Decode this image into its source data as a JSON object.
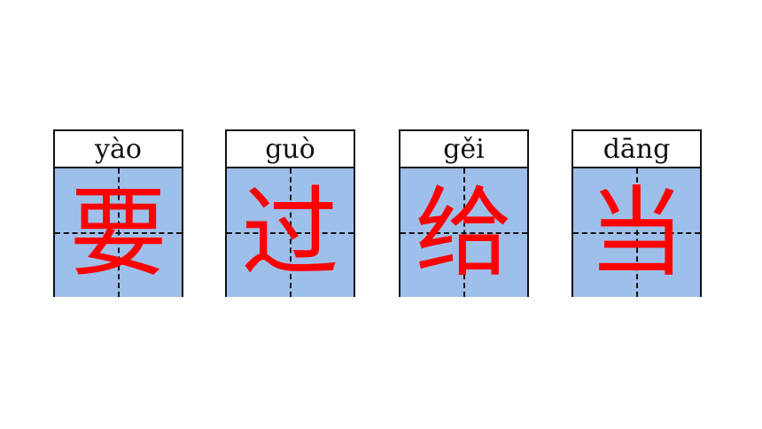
{
  "characters": [
    {
      "pinyin": "yào",
      "hanzi": "要"
    },
    {
      "pinyin": "guò",
      "hanzi": "过"
    },
    {
      "pinyin": "gěi",
      "hanzi": "给"
    },
    {
      "pinyin": "dāng",
      "hanzi": "当"
    }
  ],
  "colors": {
    "grid_background": "#9fbfeb",
    "character": "#ff0000",
    "border": "#111111"
  }
}
